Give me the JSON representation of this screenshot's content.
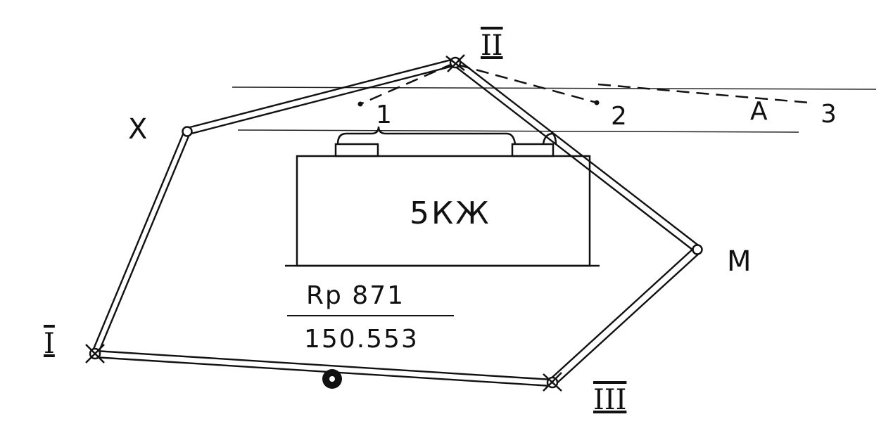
{
  "building": {
    "label": "5КЖ"
  },
  "benchmark": {
    "name": "Rp 871",
    "height": "150.553"
  },
  "stations": {
    "s1": "I",
    "s2": "II",
    "s3": "III",
    "x": "X",
    "m": "M"
  },
  "sights": {
    "p1": "1",
    "p2": "2",
    "p3": "3",
    "a": "A"
  },
  "colors": {
    "ink": "#111111",
    "paper": "#ffffff"
  }
}
